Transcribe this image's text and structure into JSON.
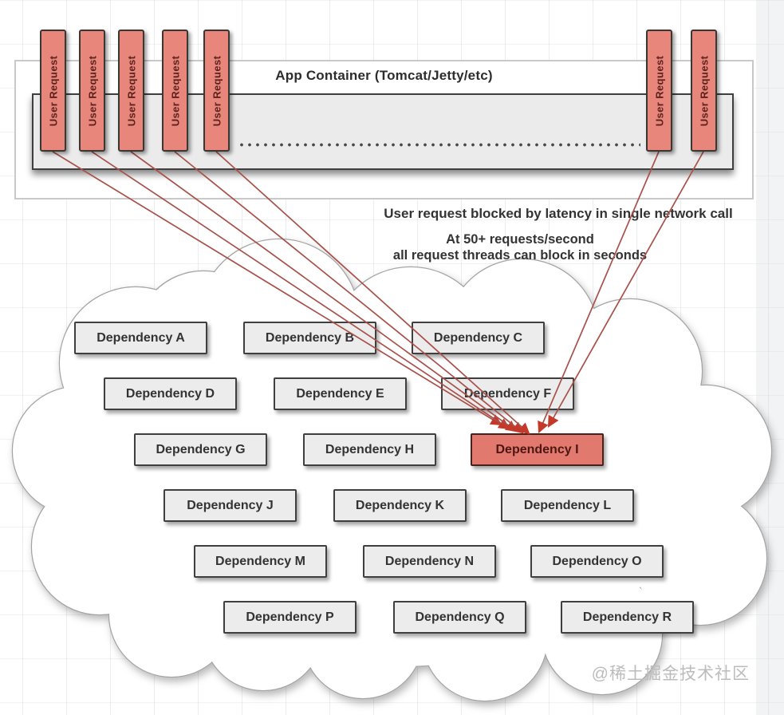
{
  "diagram": {
    "container": {
      "title": "App Container (Tomcat/Jetty/etc)"
    },
    "user_request_label": "User Request",
    "user_request_count": 7,
    "annotations": {
      "line1": "User request blocked by latency in single network call",
      "line2": "At 50+ requests/second",
      "line3": "all request threads can block in seconds"
    },
    "dependencies": {
      "items": [
        {
          "label": "Dependency A",
          "highlighted": false
        },
        {
          "label": "Dependency B",
          "highlighted": false
        },
        {
          "label": "Dependency C",
          "highlighted": false
        },
        {
          "label": "Dependency D",
          "highlighted": false
        },
        {
          "label": "Dependency E",
          "highlighted": false
        },
        {
          "label": "Dependency F",
          "highlighted": false
        },
        {
          "label": "Dependency G",
          "highlighted": false
        },
        {
          "label": "Dependency H",
          "highlighted": false
        },
        {
          "label": "Dependency I",
          "highlighted": true
        },
        {
          "label": "Dependency J",
          "highlighted": false
        },
        {
          "label": "Dependency K",
          "highlighted": false
        },
        {
          "label": "Dependency L",
          "highlighted": false
        },
        {
          "label": "Dependency M",
          "highlighted": false
        },
        {
          "label": "Dependency N",
          "highlighted": false
        },
        {
          "label": "Dependency O",
          "highlighted": false
        },
        {
          "label": "Dependency P",
          "highlighted": false
        },
        {
          "label": "Dependency Q",
          "highlighted": false
        },
        {
          "label": "Dependency R",
          "highlighted": false
        }
      ]
    },
    "watermark": "@稀土掘金技术社区",
    "colors": {
      "request_box_fill": "#e8867c",
      "request_box_border": "#3a3632",
      "request_text": "#5c221c",
      "dependency_fill": "#ececec",
      "dependency_border": "#3f3f3f",
      "dependency_text": "#333333",
      "highlight_fill": "#e2796e",
      "highlight_border": "#46221d",
      "highlight_text": "#4e1612",
      "arrow_line": "#a8514a",
      "arrow_head": "#c5392a",
      "thread_pool_fill": "#ebebeb",
      "cloud_outline": "#a3a3a3",
      "watermark_color": "#bcbcbc"
    }
  }
}
